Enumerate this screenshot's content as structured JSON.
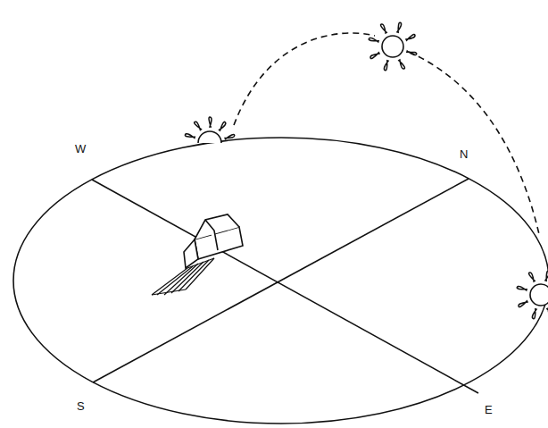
{
  "diagram": {
    "labels": [
      "W",
      "N",
      "S",
      "E"
    ]
  }
}
